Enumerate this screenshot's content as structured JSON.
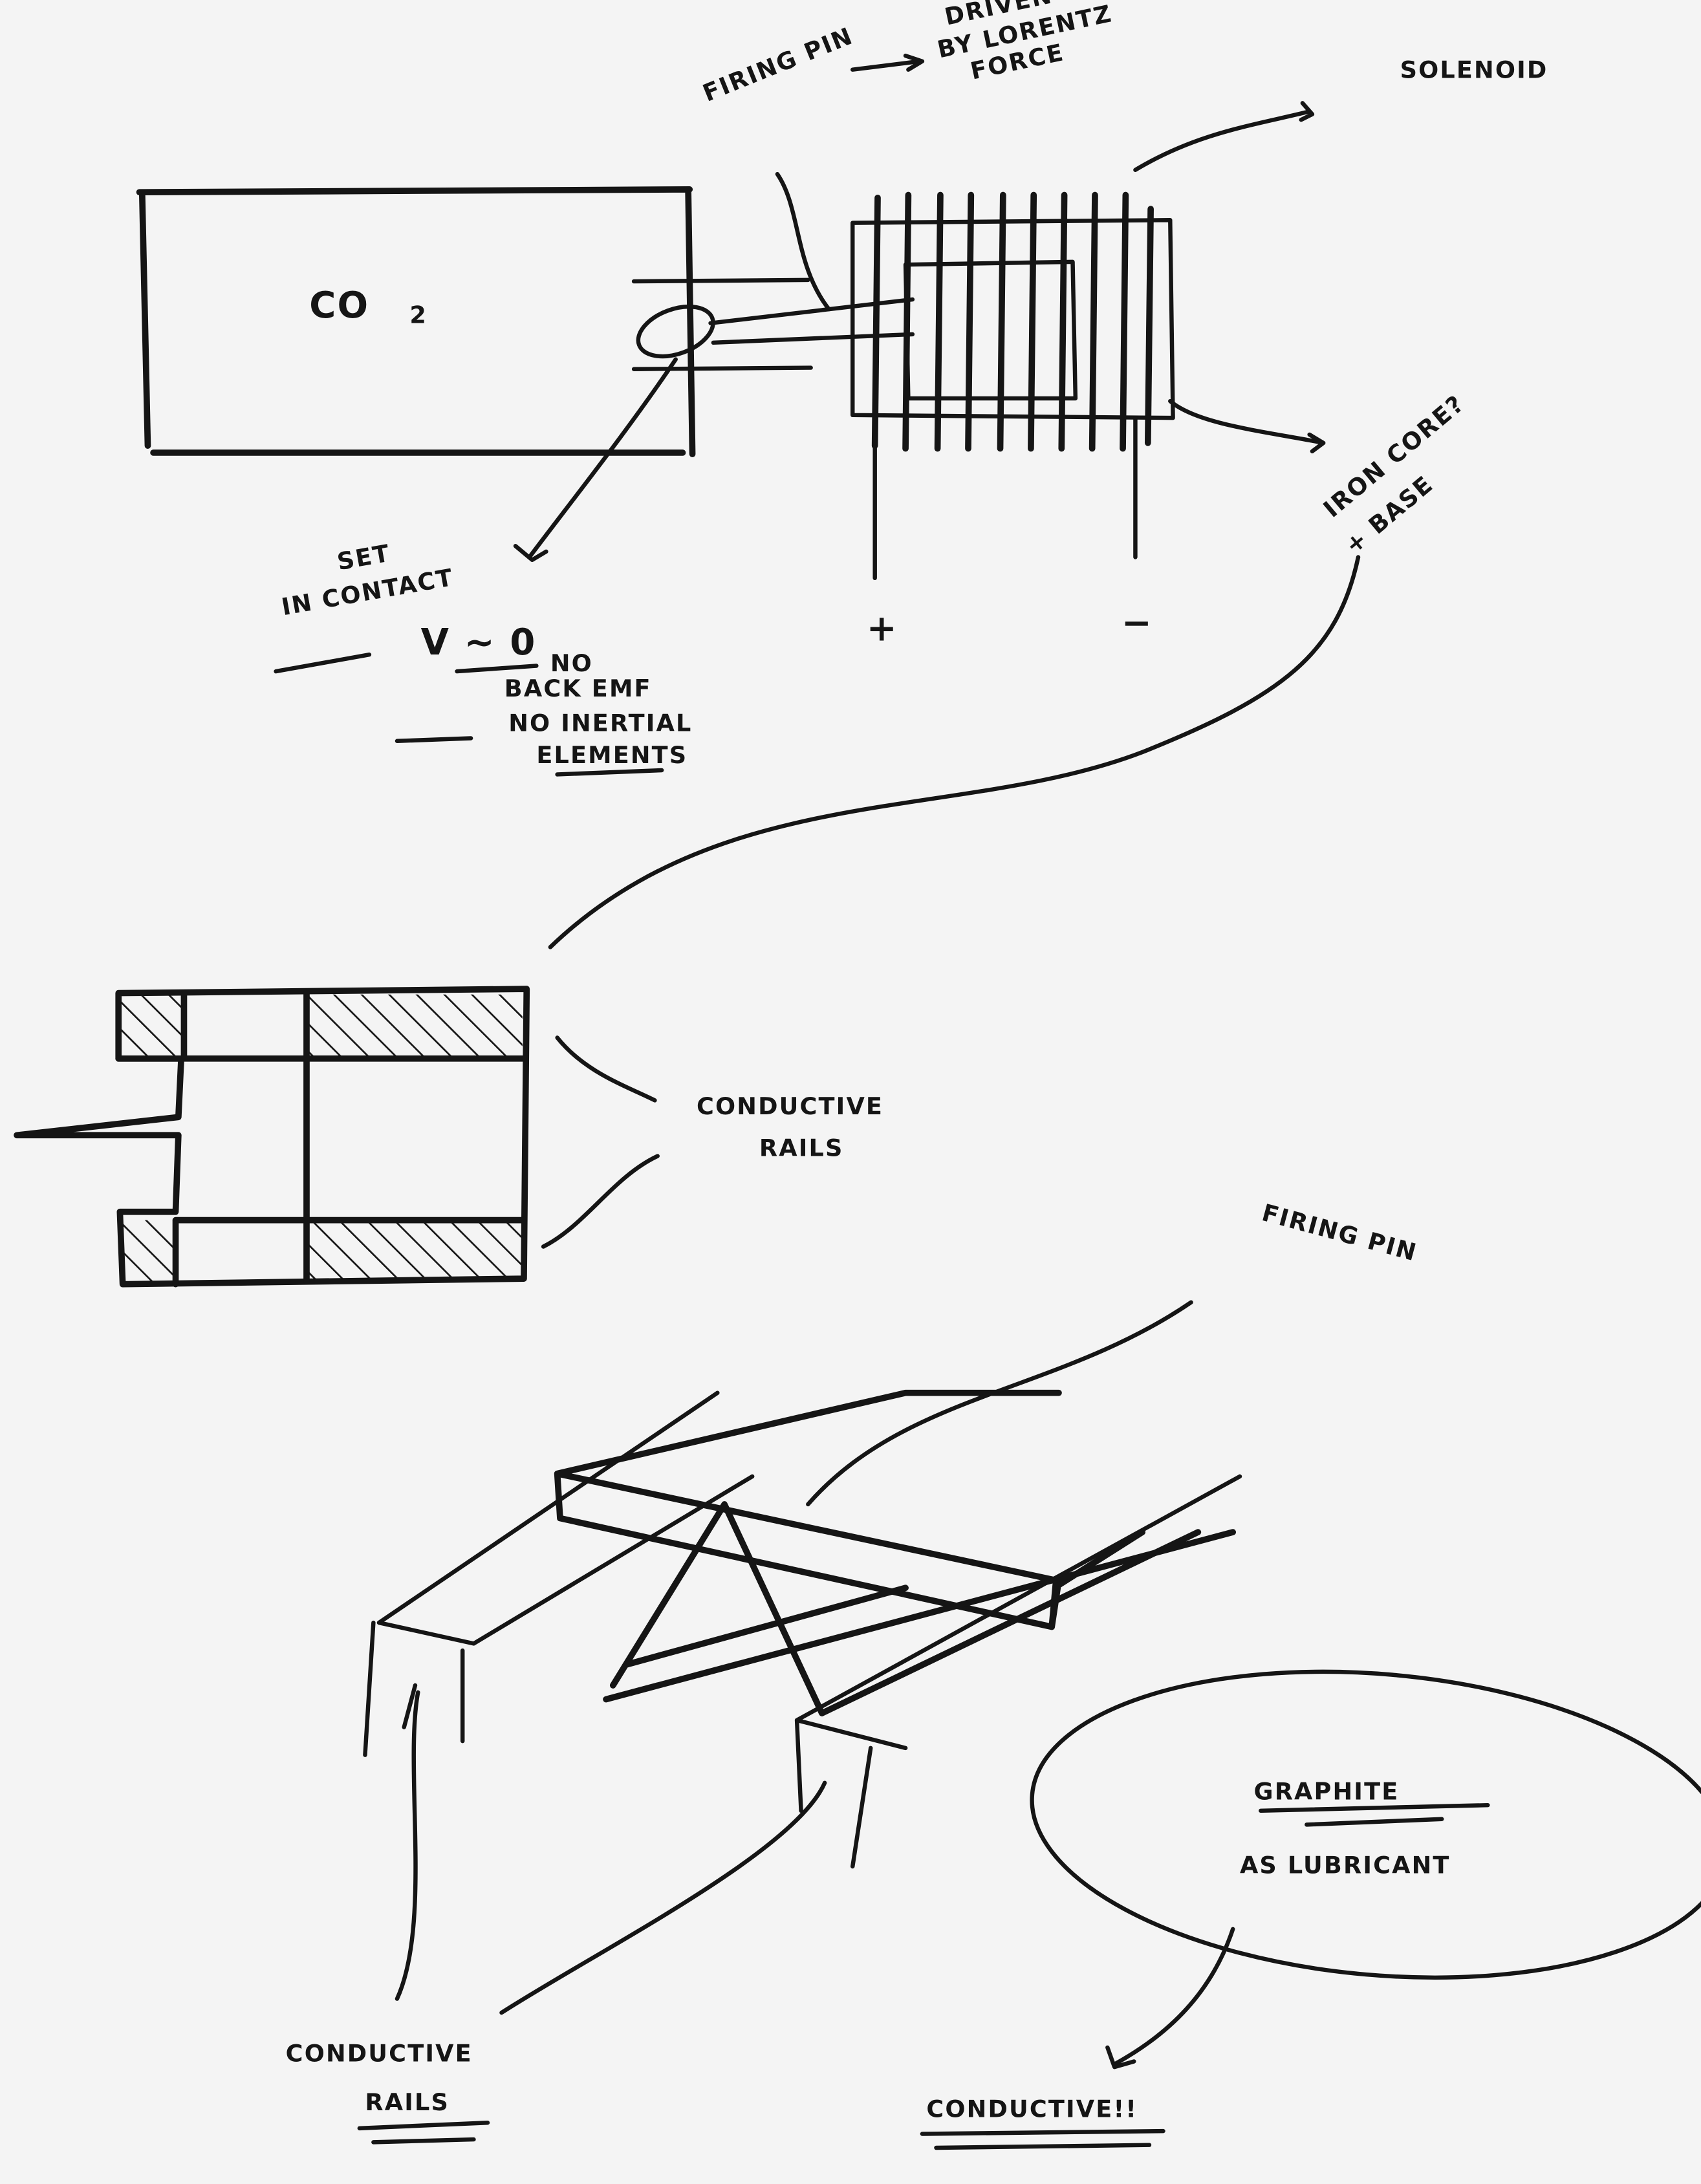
{
  "colors": {
    "paper": "#f4f4f4",
    "ink": "#151515"
  },
  "top_sketch": {
    "tank_label": "CO",
    "tank_subscript": "2",
    "firing_pin": "FIRING PIN",
    "driven_line1": "DRIVEN",
    "driven_line2": "BY LORENTZ",
    "driven_line3": "FORCE",
    "solenoid": "SOLENOID",
    "iron_core": "IRON CORE?",
    "base": "+ BASE",
    "plus": "+",
    "minus": "−",
    "set_line1": "SET",
    "set_line2": "IN CONTACT",
    "v_zero": "V ~ 0",
    "no_back_emf_1": "NO",
    "no_back_emf_2": "BACK EMF",
    "no_inertial_1": "NO INERTIAL",
    "no_inertial_2": "ELEMENTS"
  },
  "middle_sketch": {
    "rails_line1": "CONDUCTIVE",
    "rails_line2": "RAILS"
  },
  "bottom_sketch": {
    "firing_pin": "FIRING PIN",
    "graphite": "GRAPHITE",
    "lubricant": "AS LUBRICANT",
    "rails_line1": "CONDUCTIVE",
    "rails_line2": "RAILS",
    "conductive": "CONDUCTIVE!!"
  }
}
